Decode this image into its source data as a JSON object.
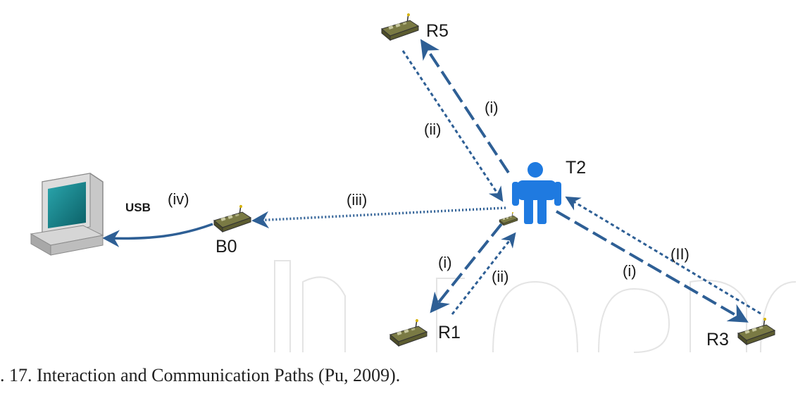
{
  "nodes": {
    "r5": "R5",
    "t2": "T2",
    "b0": "B0",
    "r1": "R1",
    "r3": "R3"
  },
  "labels": {
    "usb": "USB",
    "iv": "(iv)",
    "iii": "(iii)",
    "r5_i": "(i)",
    "r5_ii": "(ii)",
    "r1_i": "(i)",
    "r1_ii": "(ii)",
    "r3_i": "(i)",
    "r3_ii": "(II)"
  },
  "caption": ". 17. Interaction and Communication Paths (Pu, 2009).",
  "colors": {
    "arrow": "#2e5f95",
    "person": "#1f7ae0",
    "device_body": "#6b6b3a",
    "monitor_screen": "#0f7f86"
  }
}
